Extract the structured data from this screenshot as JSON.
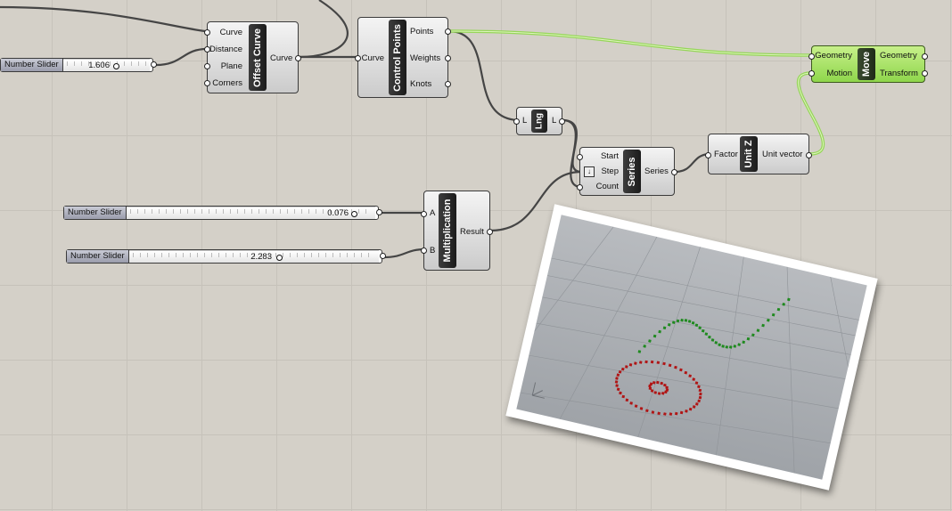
{
  "canvas": {
    "background": "#d4d0c8",
    "grid_color": "#c6c2ba",
    "wire_color": "#4a4a4a",
    "selected_wire_color": "#8fd64c"
  },
  "sliders": [
    {
      "label": "Number Slider",
      "value": "1.606"
    },
    {
      "label": "Number Slider",
      "value": "0.076"
    },
    {
      "label": "Number Slider",
      "value": "2.283"
    }
  ],
  "components": {
    "offset_curve": {
      "title": "Offset Curve",
      "inputs": [
        "Curve",
        "Distance",
        "Plane",
        "Corners"
      ],
      "outputs": [
        "Curve"
      ]
    },
    "control_points": {
      "title": "Control Points",
      "inputs": [
        "Curve"
      ],
      "outputs": [
        "Points",
        "Weights",
        "Knots"
      ]
    },
    "length": {
      "title": "Lng",
      "inputs": [
        "L"
      ],
      "outputs": [
        "L"
      ]
    },
    "series": {
      "title": "Series",
      "inputs": [
        "Start",
        "Step",
        "Count"
      ],
      "outputs": [
        "Series"
      ]
    },
    "unit_z": {
      "title": "Unit Z",
      "inputs": [
        "Factor"
      ],
      "outputs": [
        "Unit vector"
      ]
    },
    "multiplication": {
      "title": "Multiplication",
      "inputs": [
        "A",
        "B"
      ],
      "outputs": [
        "Result"
      ]
    },
    "move": {
      "title": "Move",
      "inputs": [
        "Geometry",
        "Motion"
      ],
      "outputs": [
        "Geometry",
        "Transform"
      ]
    }
  },
  "preview": {
    "red_points_color": "#b01515",
    "green_points_color": "#1f8a1f"
  }
}
